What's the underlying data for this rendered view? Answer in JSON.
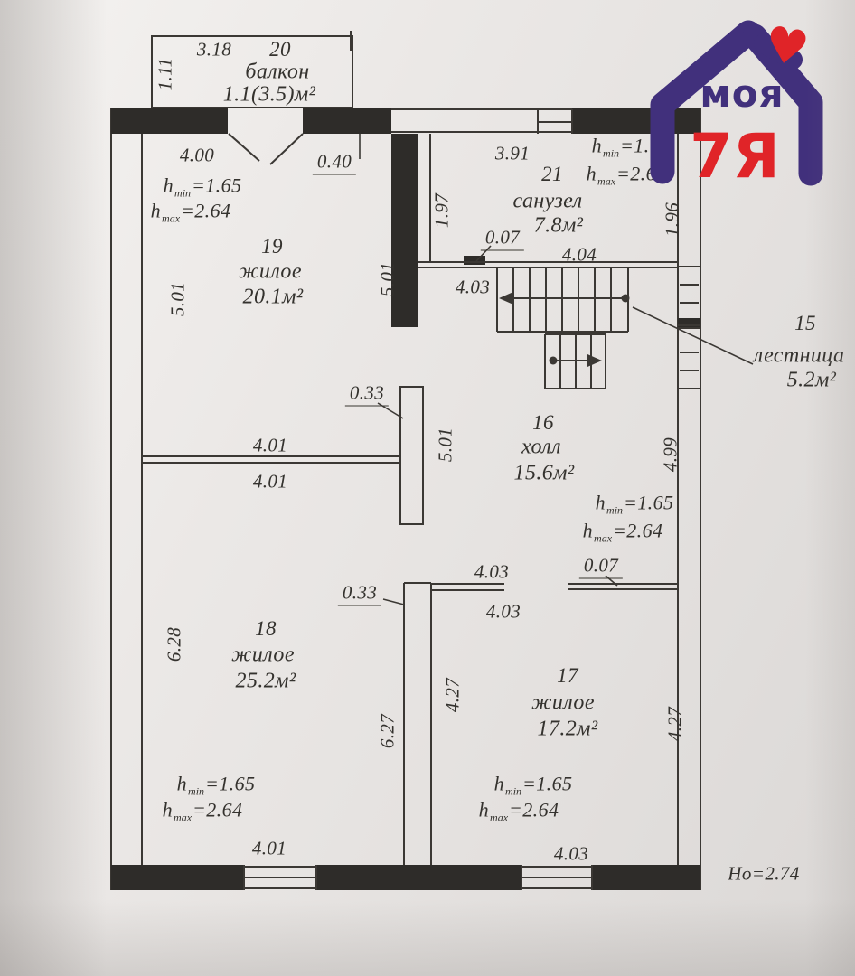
{
  "plan_title": "floor-plan",
  "balcony": {
    "number": "20",
    "name": "балкон",
    "area": "1.1(3.5)м²"
  },
  "rooms": {
    "r19": {
      "number": "19",
      "name": "жилое",
      "area": "20.1м²"
    },
    "r21": {
      "number": "21",
      "name": "санузел",
      "area": "7.8м²"
    },
    "r16": {
      "number": "16",
      "name": "холл",
      "area": "15.6м²"
    },
    "r15": {
      "number": "15",
      "name": "лестница",
      "area": "5.2м²"
    },
    "r18": {
      "number": "18",
      "name": "жилое",
      "area": "25.2м²"
    },
    "r17": {
      "number": "17",
      "name": "жилое",
      "area": "17.2м²"
    }
  },
  "heights": {
    "h": "h",
    "min_sub": "min",
    "max_sub": "max",
    "min_value": "=1.65",
    "max_value": "=2.64"
  },
  "dims": {
    "balcony_w": "3.18",
    "balcony_d": "1.11",
    "r19_top": "4.00",
    "pier": "0.40",
    "bath_top": "3.91",
    "corridor": "1.97",
    "bath_right": "1.96",
    "bath_door": "0.07",
    "stairs_top": "4.04",
    "stairs_len": "4.03",
    "r19_left": "5.01",
    "r19_right": "5.01",
    "stub1": "0.33",
    "hall_left": "5.01",
    "hall_right": "4.99",
    "part_top": "4.01",
    "part_bot": "4.01",
    "hall_bot": "4.03",
    "hall_door": "0.07",
    "stub2": "0.33",
    "r17_top": "4.03",
    "r18_left": "6.28",
    "r18_right": "6.27",
    "r17_left": "4.27",
    "r17_right": "4.27",
    "r18_bot": "4.01",
    "r17_bot": "4.03"
  },
  "floor_height": "Но=2.74",
  "logo": {
    "line1": "моя",
    "line2": "7Я",
    "heart": "♥",
    "purple": "#41307c",
    "red": "#e02428"
  }
}
